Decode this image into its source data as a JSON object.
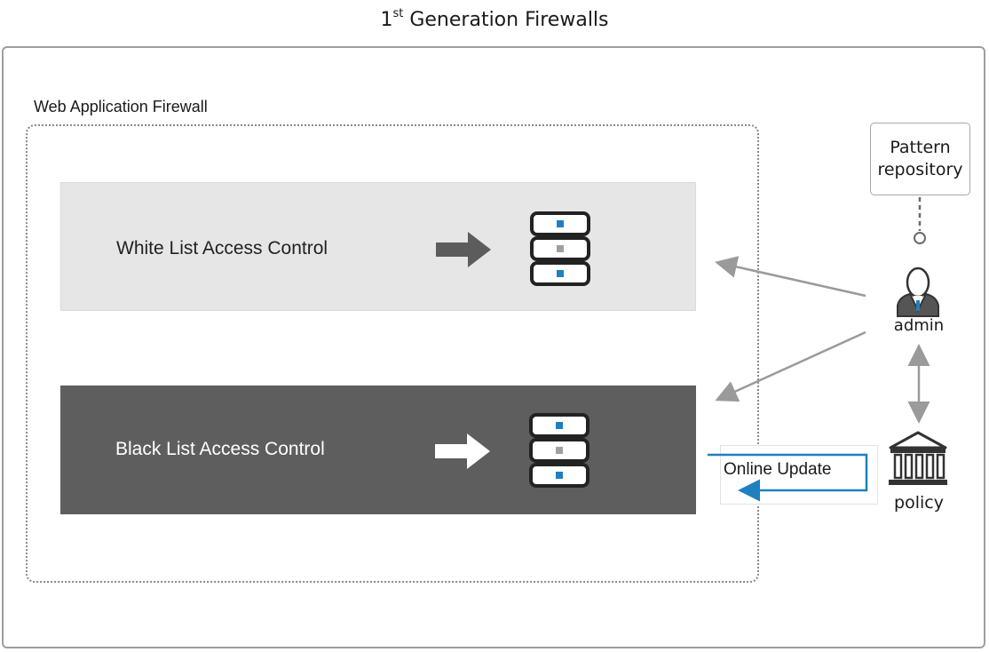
{
  "title": {
    "main_prefix": "1",
    "superscript": "st",
    "main_rest": " Generation Firewalls"
  },
  "waf": {
    "label": "Web Application Firewall"
  },
  "panels": {
    "white": {
      "label": "White List Access Control"
    },
    "black": {
      "label": "Black List Access Control"
    }
  },
  "pattern_repository": {
    "line1": "Pattern",
    "line2": "repository"
  },
  "admin": {
    "label": "admin"
  },
  "policy": {
    "label": "policy"
  },
  "online_update": {
    "label": "Online Update"
  },
  "colors": {
    "white_panel": "#e6e6e6",
    "black_panel": "#5e5e5e",
    "connector": "#9a9a9a",
    "update_line": "#1f7fc0",
    "server_blue": "#1f7fc0",
    "server_grey": "#a0a0a0"
  }
}
